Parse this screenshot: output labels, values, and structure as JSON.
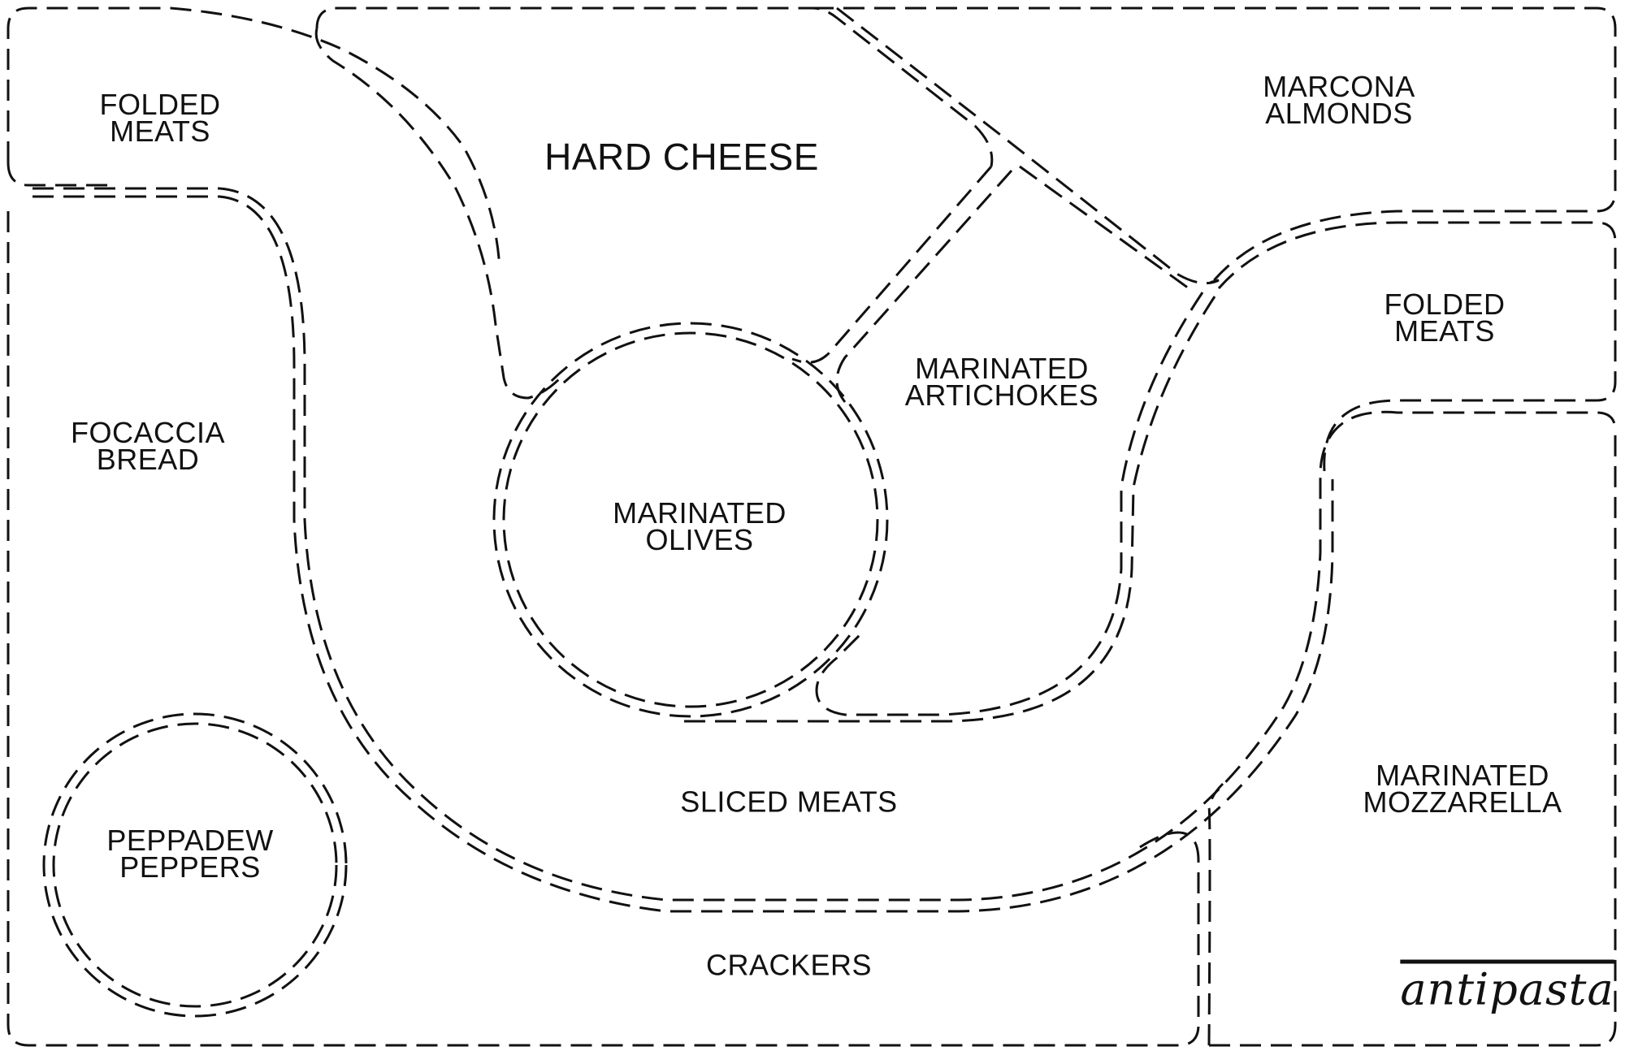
{
  "diagram": {
    "title": "antipasta",
    "stroke_color": "#111111",
    "background": "#ffffff",
    "sections": [
      {
        "id": "folded-meats-top-left",
        "lines": [
          "FOLDED",
          "MEATS"
        ]
      },
      {
        "id": "hard-cheese",
        "lines": [
          "HARD CHEESE"
        ]
      },
      {
        "id": "marcona-almonds",
        "lines": [
          "MARCONA",
          "ALMONDS"
        ]
      },
      {
        "id": "folded-meats-right",
        "lines": [
          "FOLDED",
          "MEATS"
        ]
      },
      {
        "id": "focaccia-bread",
        "lines": [
          "FOCACCIA",
          "BREAD"
        ]
      },
      {
        "id": "marinated-artichokes",
        "lines": [
          "MARINATED",
          "ARTICHOKES"
        ]
      },
      {
        "id": "marinated-olives",
        "lines": [
          "MARINATED",
          "OLIVES"
        ]
      },
      {
        "id": "sliced-meats",
        "lines": [
          "SLICED MEATS"
        ]
      },
      {
        "id": "marinated-mozzarella",
        "lines": [
          "MARINATED",
          "MOZZARELLA"
        ]
      },
      {
        "id": "peppadew-peppers",
        "lines": [
          "PEPPADEW",
          "PEPPERS"
        ]
      },
      {
        "id": "crackers",
        "lines": [
          "CRACKERS"
        ]
      }
    ]
  }
}
